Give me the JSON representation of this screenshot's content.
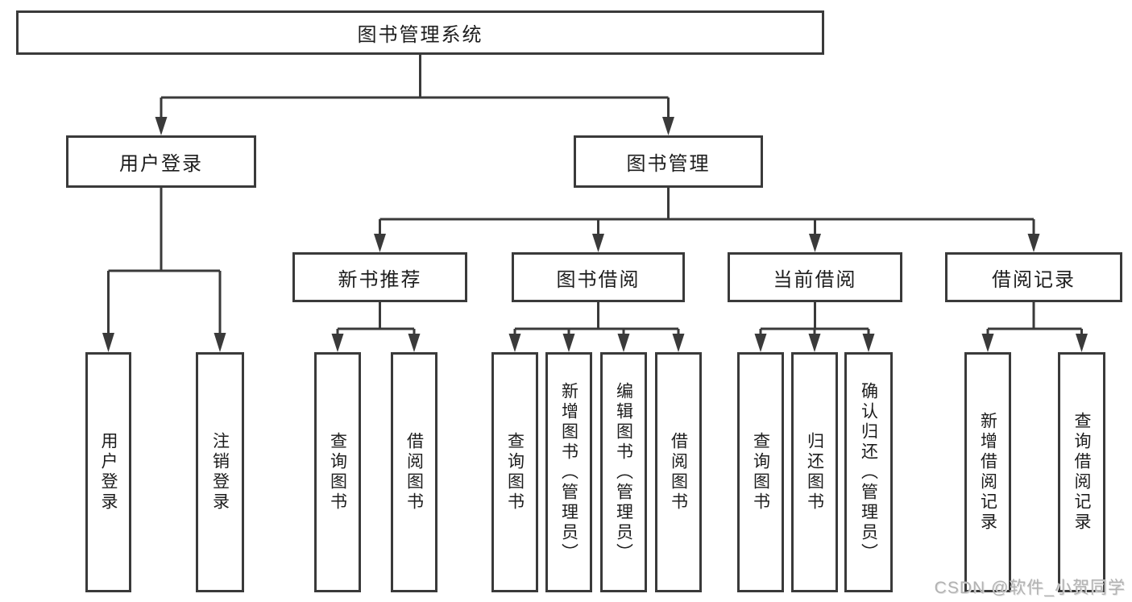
{
  "colors": {
    "line": "#3a3a3a",
    "box_border": "#3a3a3a",
    "text": "#1d1d1d",
    "background": "#ffffff",
    "watermark": "#b2b2b2"
  },
  "watermark": {
    "text": "CSDN @软件_小贺同学"
  },
  "tree": {
    "root": {
      "label": "图书管理系统"
    },
    "branches": [
      {
        "label": "用户登录",
        "children": [
          {
            "label": "用户登录"
          },
          {
            "label": "注销登录"
          }
        ]
      },
      {
        "label": "图书管理",
        "children": [
          {
            "label": "新书推荐",
            "children": [
              {
                "label": "查询图书"
              },
              {
                "label": "借阅图书"
              }
            ]
          },
          {
            "label": "图书借阅",
            "children": [
              {
                "label": "查询图书"
              },
              {
                "label": "新增图书（管理员）"
              },
              {
                "label": "编辑图书（管理员）"
              },
              {
                "label": "借阅图书"
              }
            ]
          },
          {
            "label": "当前借阅",
            "children": [
              {
                "label": "查询图书"
              },
              {
                "label": "归还图书"
              },
              {
                "label": "确认归还（管理员）"
              }
            ]
          },
          {
            "label": "借阅记录",
            "children": [
              {
                "label": "新增借阅记录"
              },
              {
                "label": "查询借阅记录"
              }
            ]
          }
        ]
      }
    ]
  }
}
